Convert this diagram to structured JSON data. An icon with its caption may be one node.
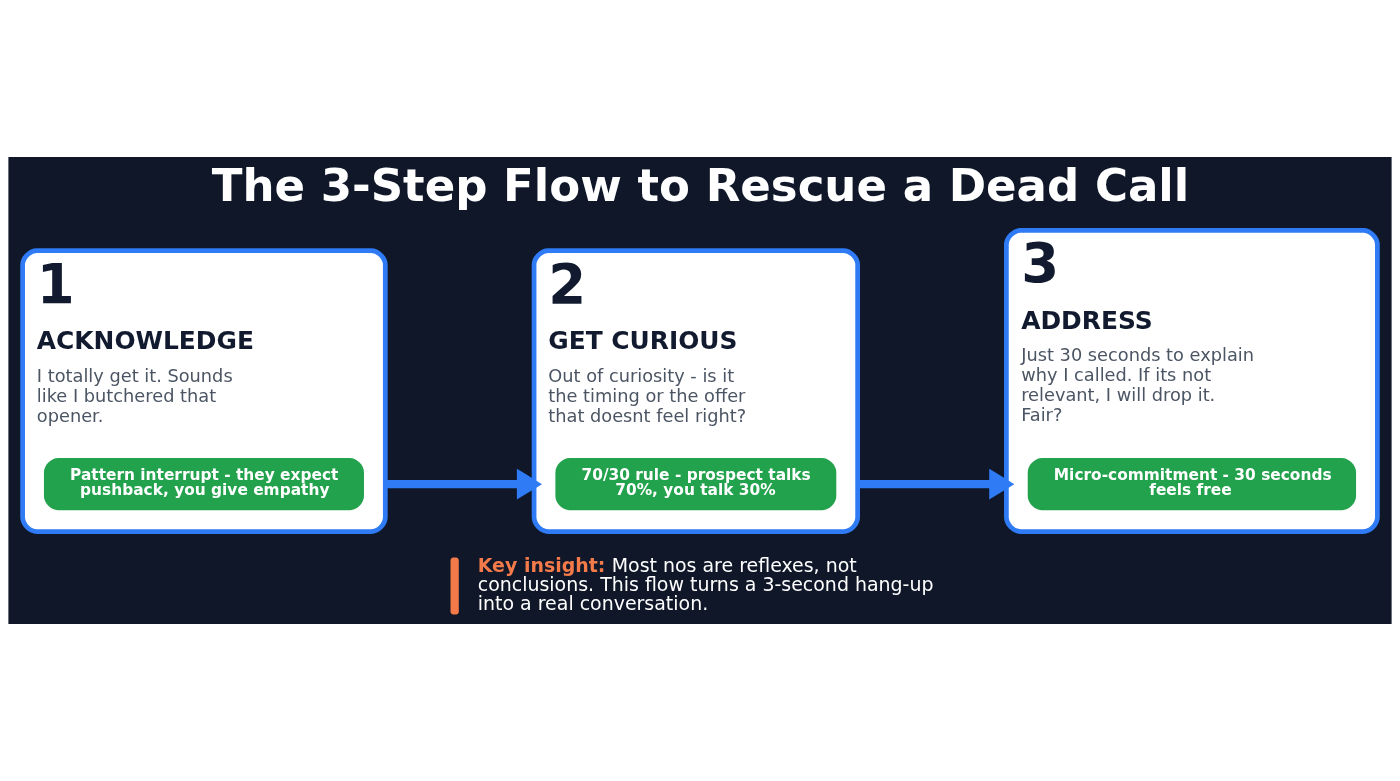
{
  "diagram": {
    "title": "The 3-Step Flow to Rescue a Dead Call",
    "nodes": [
      {
        "text": [
          "1",
          "ACKNOWLEDGE",
          "I totally get it. Sounds like I butchered that opener."
        ]
      },
      {
        "text": [
          "Pattern interrupt - they expect pushback, you give empathy"
        ],
        "in": 0
      },
      {
        "text": [
          "2",
          "GET CURIOUS",
          "Out of curiosity - is it the timing or the offer that doesnt feel right?"
        ]
      },
      {
        "text": [
          "70/30 rule - prospect talks 70%, you talk 30%"
        ],
        "in": 2
      },
      {
        "text": [
          "3",
          "ADDRESS",
          "Just 30 seconds to explain why I called. If its not relevant, I will drop it. Fair?"
        ]
      },
      {
        "text": [
          "Micro-commitment - 30 seconds feels free"
        ],
        "in": 4
      }
    ],
    "edges": [
      {
        "from": 0,
        "to": 2,
        "arrow": "to"
      },
      {
        "from": 2,
        "to": 4,
        "arrow": "to"
      }
    ],
    "labels": [
      "**Key insight:** Most nos are reflexes, not conclusions. This flow turns a 3-second hang-up into a real conversation."
    ]
  }
}
